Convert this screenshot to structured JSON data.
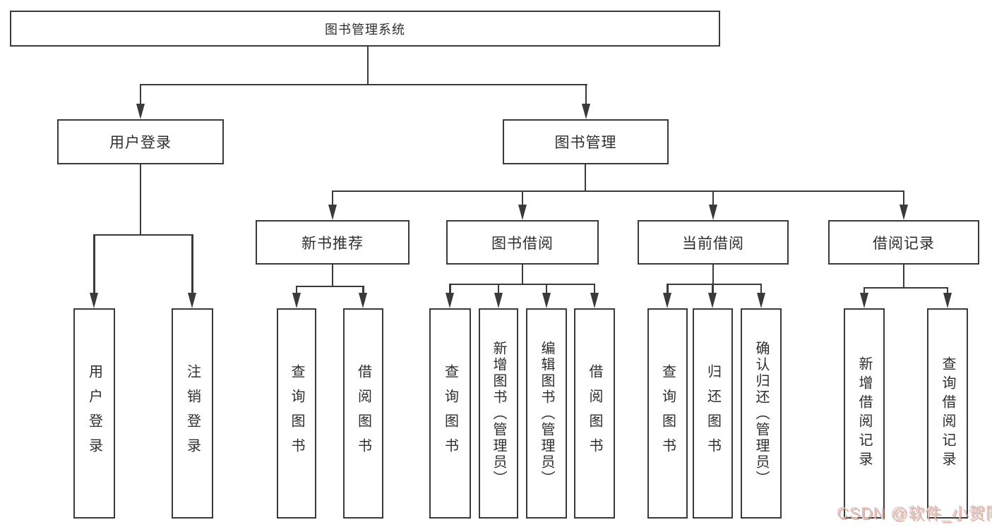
{
  "diagram": {
    "root": {
      "label": "图书管理系统"
    },
    "branches": {
      "user_login": {
        "label": "用户登录",
        "children": {
          "login": {
            "label": "用户登录"
          },
          "logout": {
            "label": "注销登录"
          }
        }
      },
      "book_mgmt": {
        "label": "图书管理",
        "children": {
          "new_books": {
            "label": "新书推荐",
            "children": {
              "query": {
                "label": "查询图书"
              },
              "borrow": {
                "label": "借阅图书"
              }
            }
          },
          "book_borrow": {
            "label": "图书借阅",
            "children": {
              "query": {
                "label": "查询图书"
              },
              "add": {
                "label": "新增图书（管理员）"
              },
              "edit": {
                "label": "编辑图书（管理员）"
              },
              "borrow": {
                "label": "借阅图书"
              }
            }
          },
          "current_borrow": {
            "label": "当前借阅",
            "children": {
              "query": {
                "label": "查询图书"
              },
              "return": {
                "label": "归还图书"
              },
              "confirm": {
                "label": "确认归还（管理员）"
              }
            }
          },
          "borrow_records": {
            "label": "借阅记录",
            "children": {
              "add": {
                "label": "新增借阅记录"
              },
              "query": {
                "label": "查询借阅记录"
              }
            }
          }
        }
      }
    }
  },
  "watermark": {
    "text": "CSDN @软件_小贺同学"
  },
  "colors": {
    "line": "#3a3a3a",
    "box_border": "#3a3a3a",
    "text": "#2e2e2e",
    "background": "#ffffff",
    "watermark_text": "#cbcbcb",
    "watermark_shadow": "#e95f46"
  }
}
